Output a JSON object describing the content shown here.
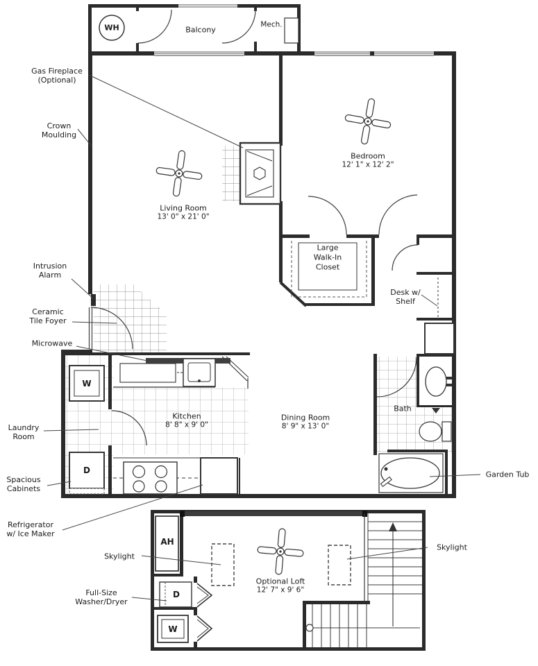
{
  "floorplan": {
    "balcony": {
      "label": "Balcony",
      "mech": "Mech.",
      "water_heater": "WH"
    },
    "rooms": {
      "living": {
        "name": "Living Room",
        "dims": "13' 0\" x 21' 0\""
      },
      "bedroom": {
        "name": "Bedroom",
        "dims": "12' 1\" x 12' 2\""
      },
      "closet": {
        "name": "Large Walk-In Closet"
      },
      "kitchen": {
        "name": "Kitchen",
        "dims": "8' 8\" x 9' 0\""
      },
      "dining": {
        "name": "Dining Room",
        "dims": "8' 9\" x 13' 0\""
      },
      "bath": {
        "name": "Bath"
      },
      "loft": {
        "name": "Optional Loft",
        "dims": "12' 7\" x 9' 6\""
      }
    },
    "appliances": {
      "washer": "W",
      "dryer": "D",
      "air_handler": "AH",
      "loft_dryer": "D",
      "loft_washer": "W"
    },
    "callouts": {
      "gas_fireplace": "Gas Fireplace (Optional)",
      "crown_moulding": "Crown Moulding",
      "intrusion_alarm": "Intrusion Alarm",
      "ceramic_tile_foyer": "Ceramic Tile Foyer",
      "microwave": "Microwave",
      "laundry_room": "Laundry Room",
      "spacious_cabinets": "Spacious Cabinets",
      "refrigerator": "Refrigerator w/ Ice Maker",
      "skylight_left": "Skylight",
      "full_size_washer_dryer": "Full-Size Washer/Dryer",
      "desk_w_shelf": "Desk w/ Shelf",
      "garden_tub": "Garden Tub",
      "skylight_right": "Skylight"
    },
    "colors": {
      "wall": "#2b2b2b",
      "tile_line": "#8f8f8f",
      "background": "#ffffff",
      "text": "#1a1a1a"
    }
  }
}
